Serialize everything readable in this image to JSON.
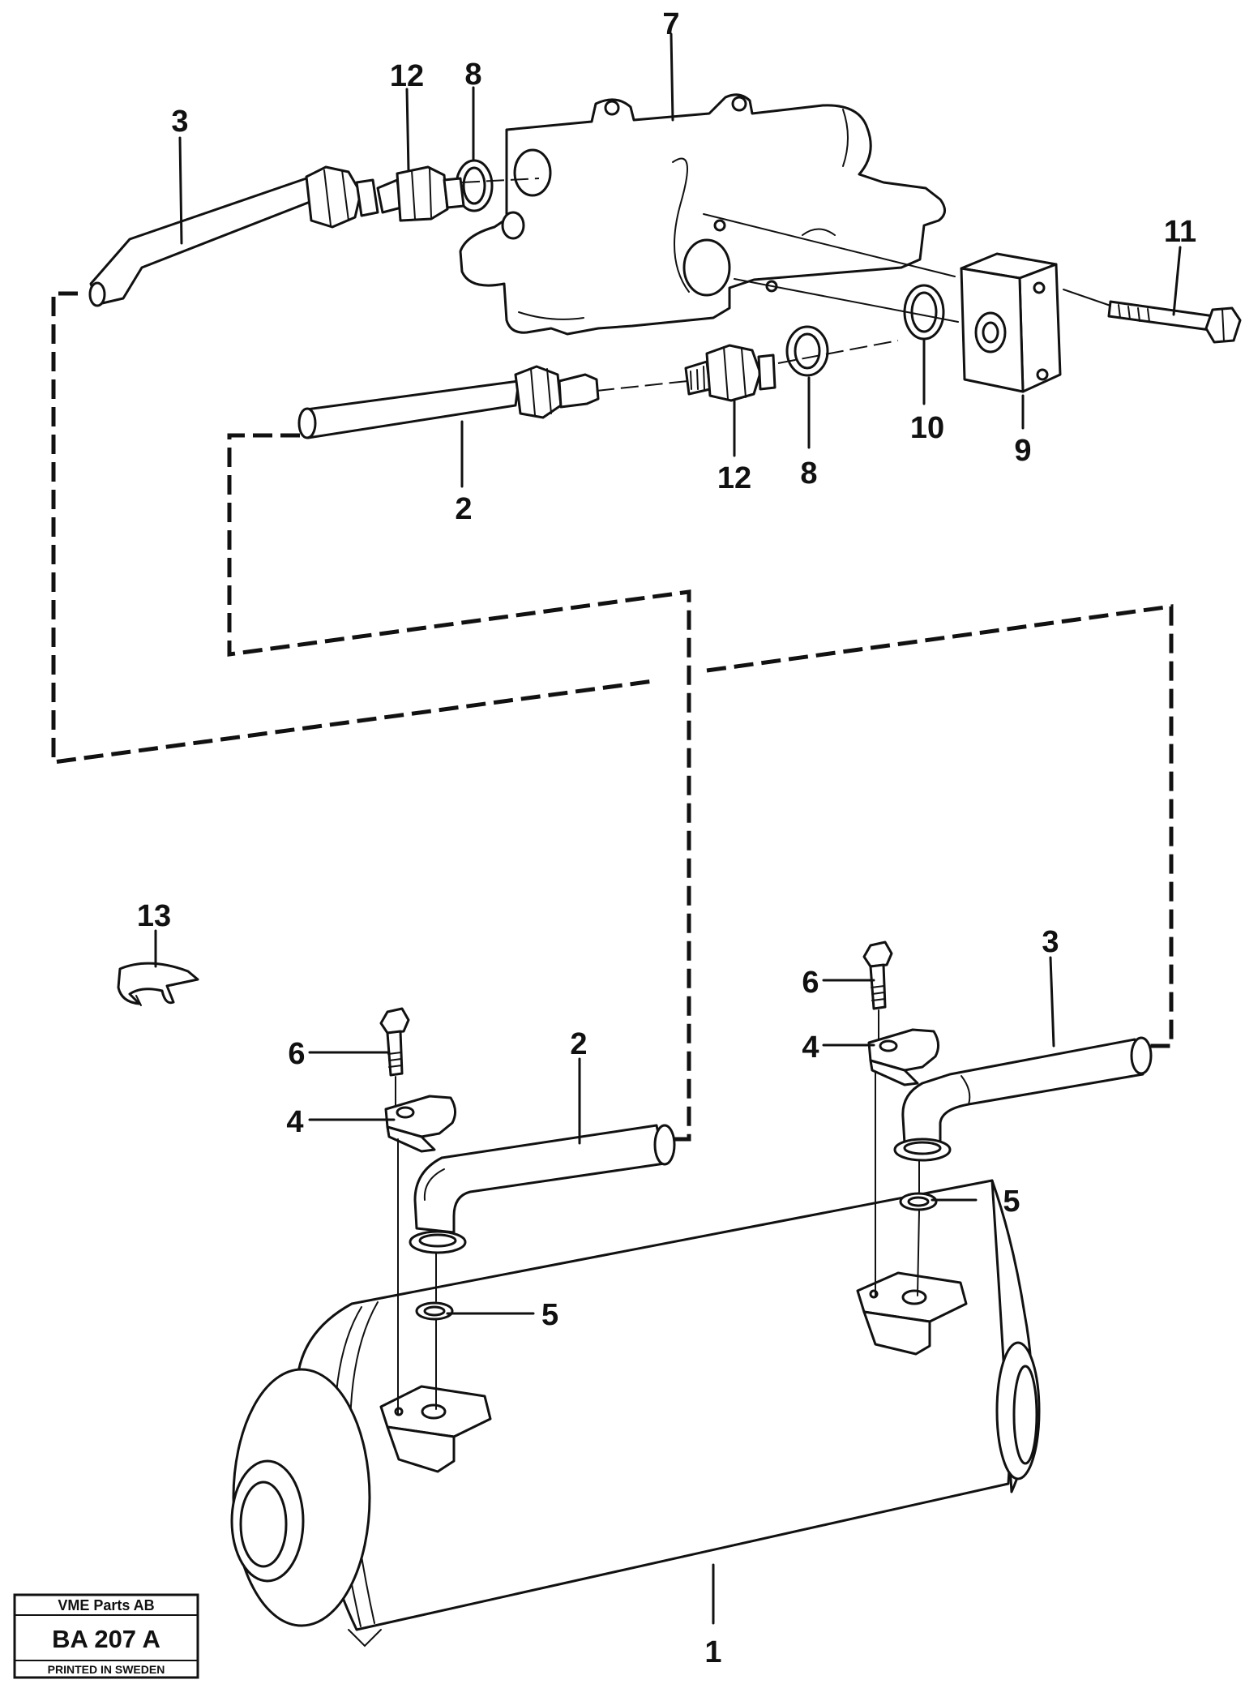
{
  "callouts": {
    "c1": "1",
    "c2_top": "2",
    "c2_bottom": "2",
    "c3_top": "3",
    "c3_bottom": "3",
    "c4_left": "4",
    "c4_right": "4",
    "c5_left": "5",
    "c5_right": "5",
    "c6_left": "6",
    "c6_right": "6",
    "c7": "7",
    "c8_top": "8",
    "c8_bottom": "8",
    "c9": "9",
    "c10": "10",
    "c11": "11",
    "c12_top": "12",
    "c12_bottom": "12",
    "c13": "13"
  },
  "stamp": {
    "company": "VME Parts AB",
    "code": "BA 207  A",
    "printed": "PRINTED IN SWEDEN"
  }
}
